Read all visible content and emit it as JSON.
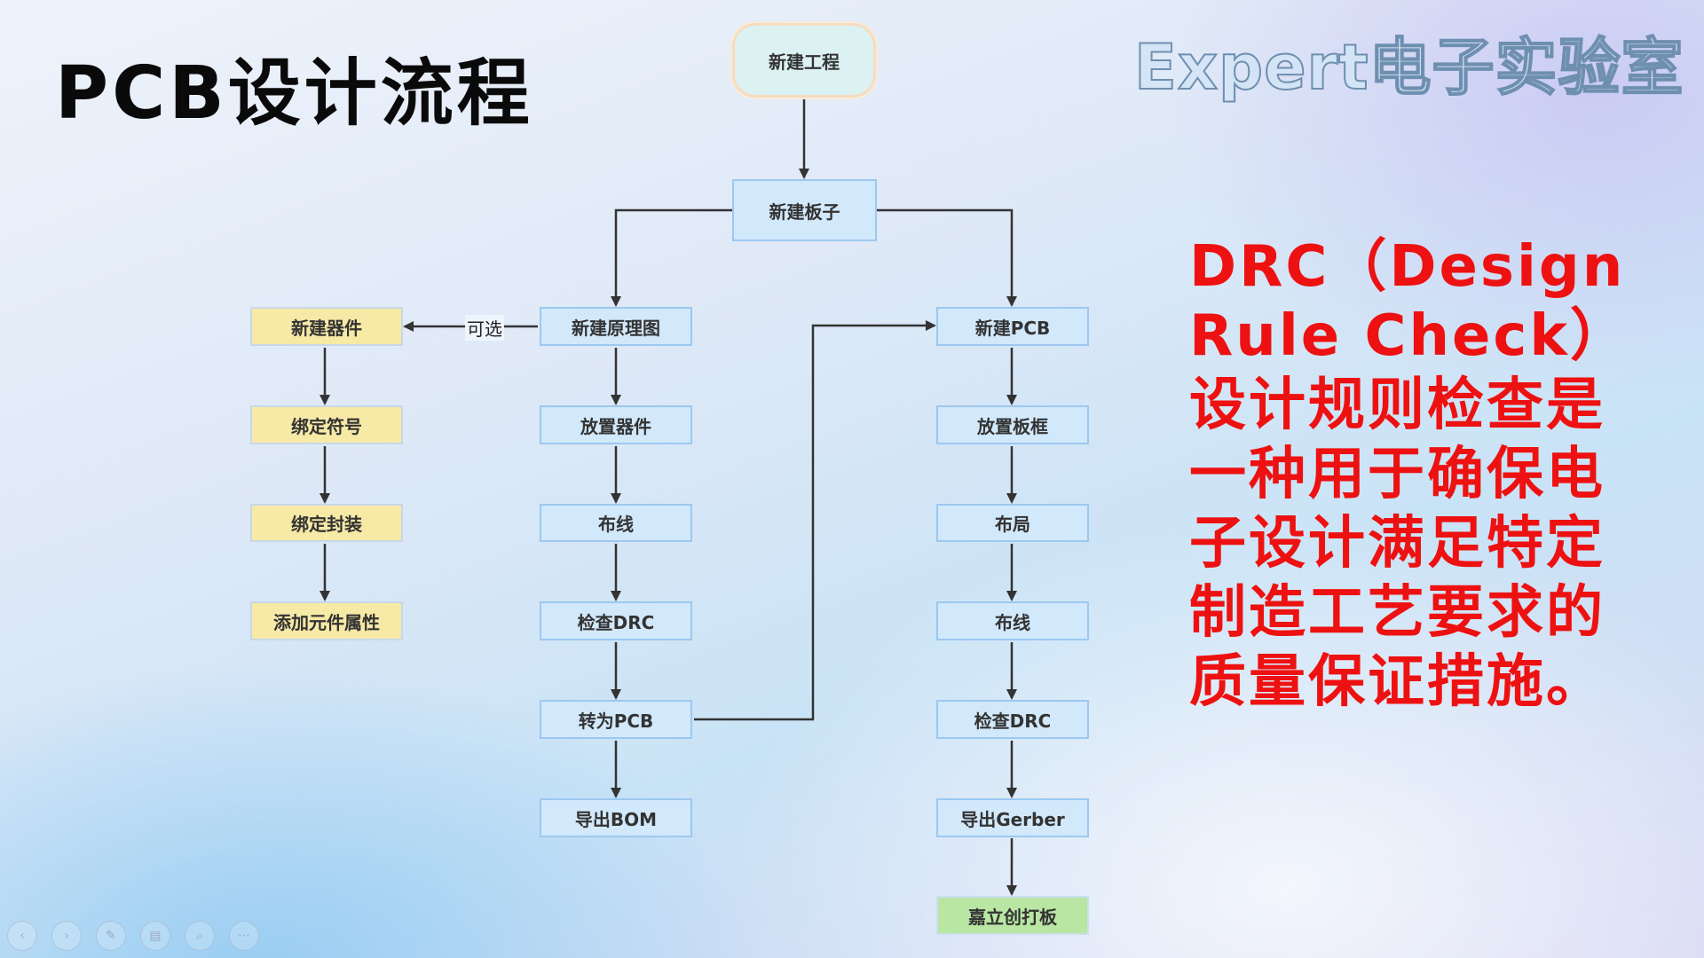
{
  "page": {
    "title": "PCB设计流程",
    "brand": "Expert电子实验室"
  },
  "description": "DRC（Design Rule Check）设计规则检查是一种用于确保电子设计满足特定制造工艺要求的质量保证措施。",
  "flow": {
    "start": "新建工程",
    "board": "新建板子",
    "optional_label": "可选",
    "component_branch": [
      "新建器件",
      "绑定符号",
      "绑定封装",
      "添加元件属性"
    ],
    "schematic_branch": [
      "新建原理图",
      "放置器件",
      "布线",
      "检查DRC",
      "转为PCB",
      "导出BOM"
    ],
    "pcb_branch": [
      "新建PCB",
      "放置板框",
      "布局",
      "布线",
      "检查DRC",
      "导出Gerber",
      "嘉立创打板"
    ]
  },
  "toolbar": [
    {
      "icon": "prev-icon",
      "glyph": "‹"
    },
    {
      "icon": "next-icon",
      "glyph": "›"
    },
    {
      "icon": "pen-icon",
      "glyph": "✎"
    },
    {
      "icon": "slides-icon",
      "glyph": "▤"
    },
    {
      "icon": "zoom-icon",
      "glyph": "⌕"
    },
    {
      "icon": "more-icon",
      "glyph": "⋯"
    }
  ]
}
